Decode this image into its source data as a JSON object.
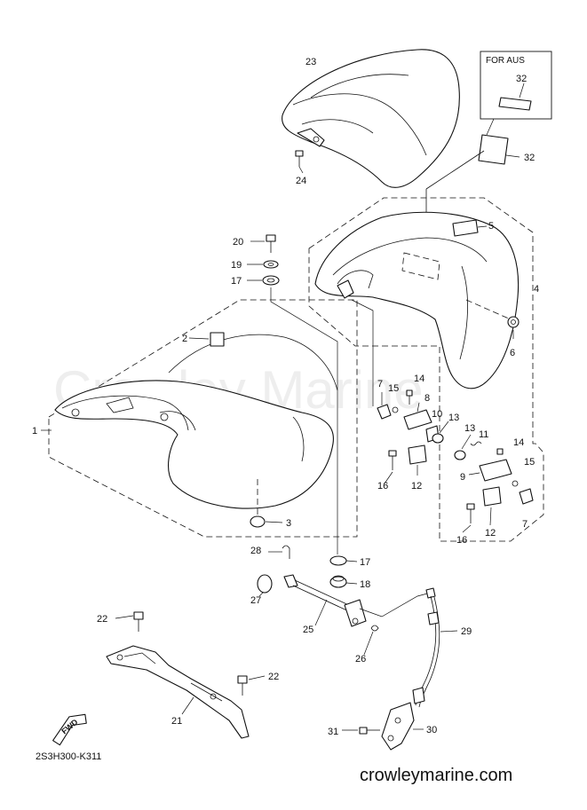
{
  "diagram_code": "2S3H300-K311",
  "watermark": "crowleymarine.com",
  "background_mark": "Crowley Marine",
  "region_box_label": "FOR AUS",
  "forward_label": "FWD",
  "callouts": {
    "c1": "1",
    "c2": "2",
    "c3": "3",
    "c4": "4",
    "c5": "5",
    "c6": "6",
    "c7a": "7",
    "c7b": "7",
    "c8": "8",
    "c9": "9",
    "c10": "10",
    "c11": "11",
    "c12a": "12",
    "c12b": "12",
    "c13a": "13",
    "c13b": "13",
    "c14a": "14",
    "c14b": "14",
    "c15a": "15",
    "c15b": "15",
    "c16a": "16",
    "c16b": "16",
    "c17a": "17",
    "c17b": "17",
    "c18": "18",
    "c19": "19",
    "c20": "20",
    "c21": "21",
    "c22a": "22",
    "c22b": "22",
    "c23": "23",
    "c24": "24",
    "c25": "25",
    "c26": "26",
    "c27": "27",
    "c28": "28",
    "c29": "29",
    "c30": "30",
    "c31": "31",
    "c32a": "32",
    "c32b": "32"
  }
}
